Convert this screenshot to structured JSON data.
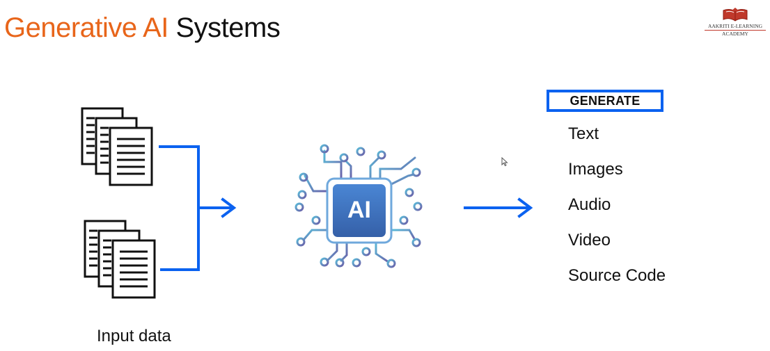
{
  "title": {
    "highlight": "Generative AI",
    "rest": "Systems"
  },
  "logo": {
    "line1": "AAKRITI E-LEARNING",
    "line2": "ACADEMY"
  },
  "chip": {
    "label": "AI"
  },
  "generate": {
    "label": "GENERATE",
    "items": [
      "Text",
      "Images",
      "Audio",
      "Video",
      "Source Code"
    ]
  },
  "input": {
    "label": "Input data"
  },
  "colors": {
    "title_accent": "#e8651a",
    "connector_blue": "#0b62f0",
    "chip_blue": "#3f77c9"
  },
  "icons": [
    "document-stack-icon",
    "document-stack-icon",
    "ai-chip-icon",
    "book-logo-icon",
    "cursor-icon"
  ]
}
